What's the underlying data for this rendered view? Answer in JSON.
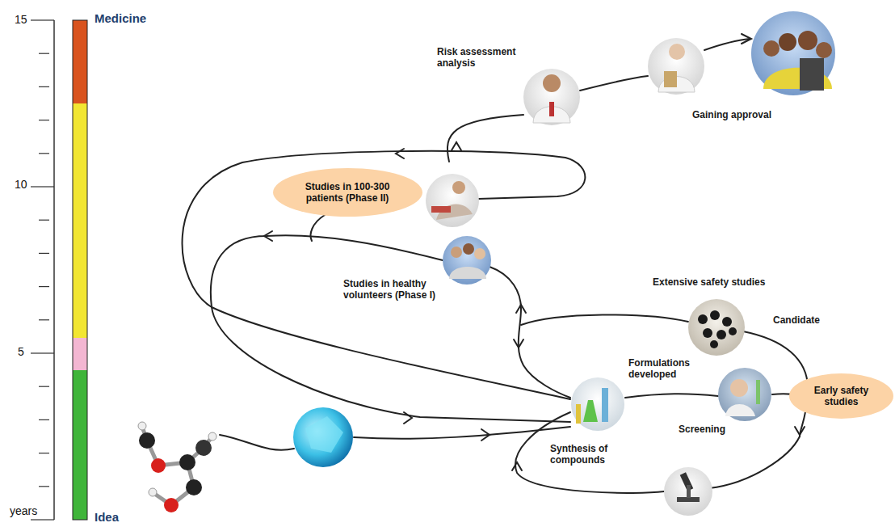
{
  "diagram": {
    "nodes": [
      {
        "text": [
          "Studies in 100-300 patients (Phase II)"
        ]
      },
      {
        "text": [
          "Early safety studies"
        ]
      }
    ],
    "labels": [
      "15",
      "10",
      "5",
      "years",
      "Medicine",
      "Idea",
      "Risk assessment analysis",
      "Gaining approval",
      "Studies in healthy volunteers (Phase I)",
      "Extensive safety studies",
      "Candidate",
      "Formulations developed",
      "Screening",
      "Synthesis of compounds"
    ]
  }
}
